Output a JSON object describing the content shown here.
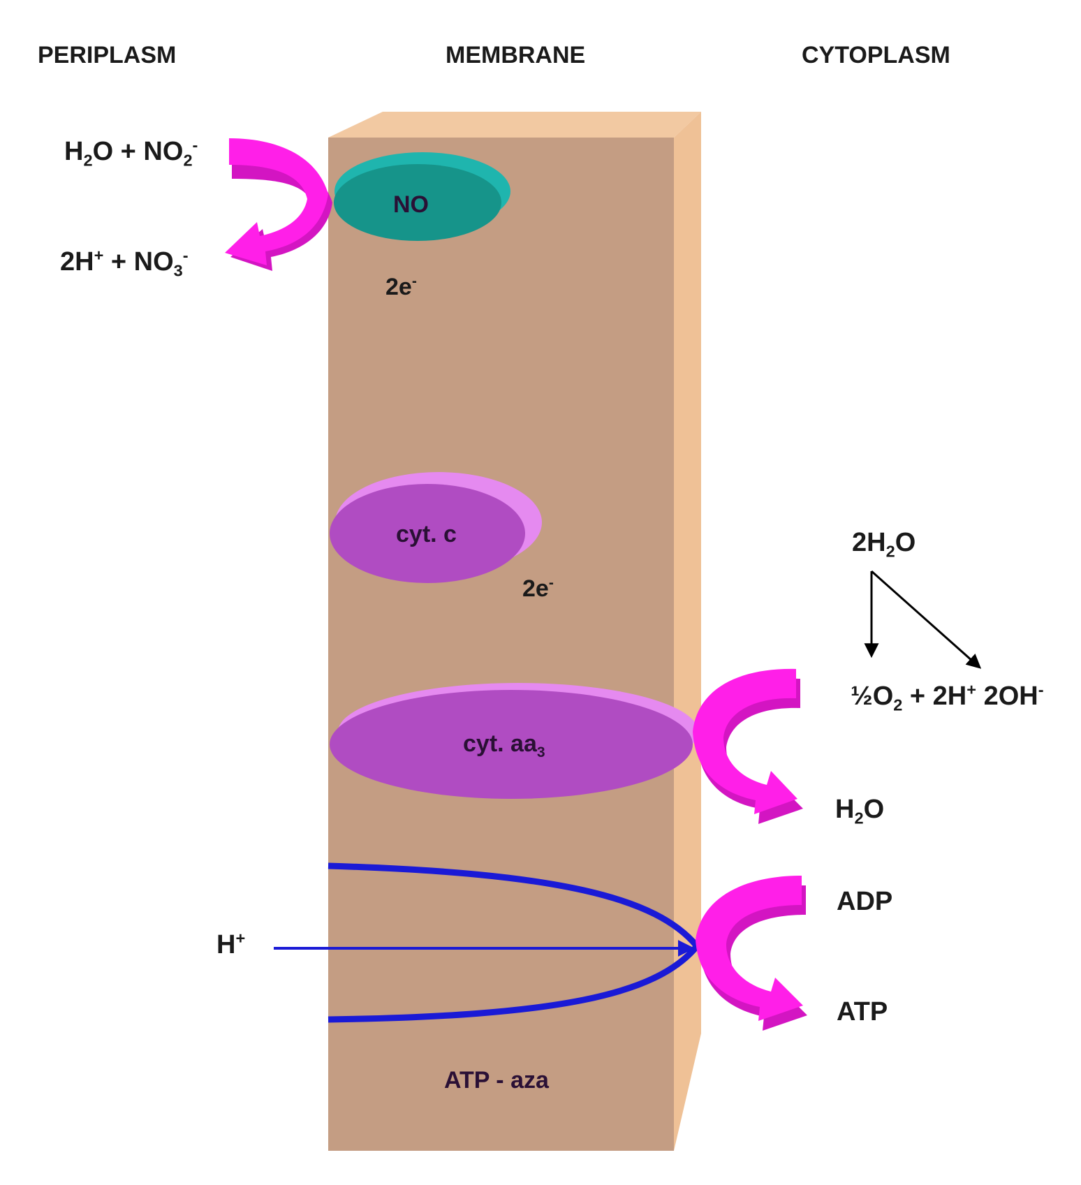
{
  "headers": {
    "periplasm": "PERIPLASM",
    "membrane": "MEMBRANE",
    "cytoplasm": "CYTOPLASM"
  },
  "enzymes": {
    "no": "NO",
    "cyt_c": "cyt. c",
    "cyt_aa3": {
      "main": "cyt. aa",
      "sub": "3"
    },
    "atpase": "ATP - aza"
  },
  "electrons": {
    "upper": {
      "main": "2e",
      "sup": "-"
    },
    "lower": {
      "main": "2e",
      "sup": "-"
    }
  },
  "periplasm_reaction": {
    "substrate": {
      "a": "H",
      "a_sub": "2",
      "b": "O + NO",
      "b_sub": "2",
      "b_sup": "-"
    },
    "product": {
      "a": "2H",
      "a_sup": "+",
      "b": " + NO",
      "b_sub": "3",
      "b_sup": "-"
    }
  },
  "cytoplasm_reaction": {
    "water": {
      "a": "2H",
      "a_sub": "2",
      "b": "O"
    },
    "split": {
      "a": "½O",
      "a_sub": "2",
      "b": " + 2H",
      "b_sup": "+",
      "c": " 2OH",
      "c_sup": "-"
    },
    "product_water": {
      "a": "H",
      "a_sub": "2",
      "b": "O"
    }
  },
  "atp_synthesis": {
    "proton": {
      "a": "H",
      "a_sup": "+"
    },
    "adp": "ADP",
    "atp": "ATP"
  },
  "colors": {
    "membrane_front": "#c49d83",
    "membrane_side": "#efc196",
    "membrane_top": "#f2c9a2",
    "no_enzyme": "#16948a",
    "cytochrome": "#b04cc2",
    "cytochrome_highlight": "#e58af0",
    "curved_arrow": "#ff1fe8",
    "proton_arrow": "#1a1ad6",
    "line": "#000000"
  }
}
